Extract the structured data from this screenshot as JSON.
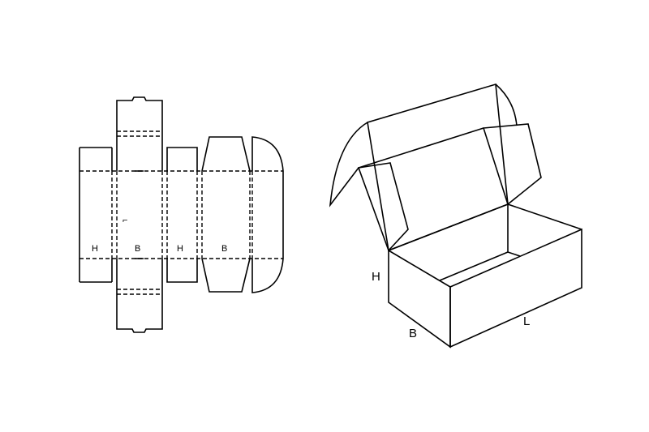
{
  "diagram": {
    "flat_net": {
      "panel_labels": [
        "H",
        "B",
        "H",
        "B"
      ],
      "corner_mark": "⌐"
    },
    "box_3d": {
      "height_label": "H",
      "width_label": "B",
      "length_label": "L"
    }
  }
}
